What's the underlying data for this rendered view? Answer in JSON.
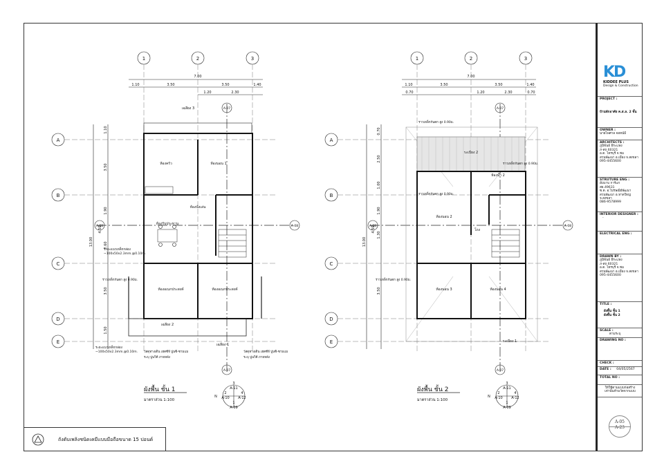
{
  "plan1": {
    "grid_cols": [
      "1",
      "2",
      "3"
    ],
    "grid_rows": [
      "A",
      "B",
      "C",
      "D",
      "E"
    ],
    "dim_total": "7.00",
    "dim_top": [
      "1.10",
      "3.50",
      "3.50",
      "1.40"
    ],
    "dim_sub": [
      "1.20",
      "2.30"
    ],
    "dim_left": [
      "1.10",
      "3.50",
      "1.90",
      "2.60",
      "3.50",
      "1.50"
    ],
    "dim_left_total": [
      "13.00",
      "4.50"
    ],
    "title": "ผังพื้น ชั้น 1",
    "scale": "มาตราส่วน      1:100",
    "rooms": {
      "kitchen": "ห้องครัว",
      "bedroom1": "ห้องนอน 1",
      "living": "ห้องนั่งเล่น",
      "dining": "ห้องรับประทาน",
      "living2": "ห้องอเนกประสงค์",
      "terrace1": "เฉลียง 1",
      "terrace2": "เฉลียง 2",
      "terrace3": "เฉลียง 3"
    },
    "notes": {
      "rail": "ราวเหล็กกันตก สูง 0.90ม.",
      "stair_note1": "ระยะแนวเหล็กกล่อง",
      "stair_note2": "~100x50x2.3mm.@0.10m.",
      "mat1": "วัสดุทางเดิน เฮตซีจี ปูนซิ-ซามแม",
      "mat2": "ระบุ ปูนวิดี ภายหลัง"
    },
    "section_tag": "A-08",
    "elev_tag": "A-07"
  },
  "plan2": {
    "grid_cols": [
      "1",
      "2",
      "3"
    ],
    "grid_rows": [
      "A",
      "B",
      "C",
      "D",
      "E"
    ],
    "dim_total": "7.00",
    "dim_top": [
      "1.10",
      "3.50",
      "3.50",
      "1.40"
    ],
    "dim_sub": [
      "0.70",
      "1.20",
      "2.30",
      "0.70"
    ],
    "dim_left": [
      "0.70",
      "2.50",
      "1.00",
      "1.90",
      "1.30",
      "3.50"
    ],
    "dim_left_total": [
      "13.00",
      "4.50"
    ],
    "title": "ผังพื้น ชั้น 2",
    "scale": "มาตราส่วน      1:100",
    "rooms": {
      "balcony": "ระเบียง 2",
      "bedroom2": "ห้องนอน 2",
      "bedroom3": "ห้องนอน 3",
      "bedroom4": "ห้องนอน 4",
      "hall": "โถง",
      "balcony1": "ระเบียง 1",
      "bath": "ห้องน้ำ 2"
    },
    "notes": {
      "rail": "ราวเหล็กกันตก สูง 0.90ม."
    },
    "section_tag": "A-08",
    "elev_tag": "A-07"
  },
  "compass": {
    "n": "N",
    "refs": [
      "3",
      "A-11",
      "2",
      "A-10",
      "4",
      "A-12",
      "1",
      "A-09"
    ]
  },
  "title_block": {
    "logo_text": "KD",
    "company": "KIDDEE PLUS",
    "company_sub": "Design & Construction",
    "project_label": "PROJECT :",
    "project": "บ้านพักอาศัย ค.ส.ล. 2 ชั้น",
    "owner_label": "OWNER :",
    "owner": "นายไพศาล จอหน์มี",
    "architects_label": "ARCHITECTS :",
    "architects": [
      "ภูมิพันธ์  ธีระเเพ่ง",
      "ภ-สถ.60321",
      "อ.ต. ไทรบุรี จ.ชม",
      "สวนพัฒนา อ.เมือง จ.สงขลา",
      "095-4455600"
    ],
    "struct_label": "STRUTURE ENG :",
    "struct": [
      "อับบาบ  การ์แก",
      "สย.49631",
      "ซ.ต. อ.ไปรษณีย์พัฒนา",
      "สวนพัฒนา อ.หาดใหญ่ จ.สงขลา",
      "086-9578999"
    ],
    "interior_label": "INTERIOR DESIGNER :",
    "interior": "-",
    "electrical_label": "ELECTRICAL ENG :",
    "electrical": "",
    "drawn_label": "DRAWN BY :",
    "drawn": [
      "ภูมิพันธ์  ธีระเเพ่ง",
      "ภ-สถ.60321",
      "อ.ต. ไทรบุรี จ.ชม",
      "สวนพัฒนา อ.เมือง จ.สงขลา",
      "095-4455600"
    ],
    "title_label": "TITLE :",
    "title": [
      "ผังพื้น ชั้น 1",
      "ผังพื้น ชั้น 2"
    ],
    "scale_label": "SCALE :",
    "scale": "ตามระบุ",
    "drawing_label": "DRAWING NO :",
    "check_label": "CHECK :",
    "date_label": "DATE :",
    "date": "04/05/2567",
    "total_label": "TOTAL NO :",
    "footer_note": [
      "ให้ใช้ตามแบบก่อสร้าง",
      "เท่านั้นห้ามวัดจากแบบ"
    ],
    "sheet_no": "A-05",
    "sheet_total": "A-23"
  },
  "bottom_note": "ถังดับเพลิงชนิดเคมีแบบมือถือขนาด 15 ปอนด์"
}
